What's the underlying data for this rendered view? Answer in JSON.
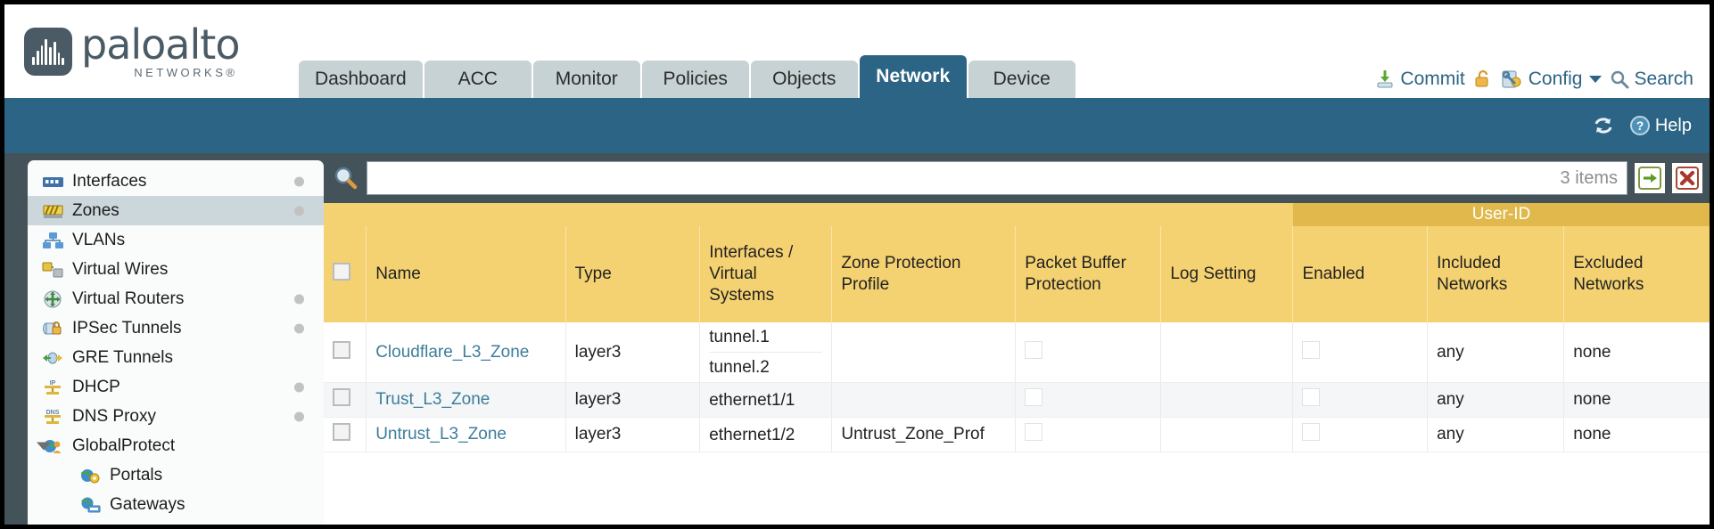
{
  "brand": {
    "word": "paloalto",
    "sub": "NETWORKS®"
  },
  "nav": {
    "tabs": [
      {
        "label": "Dashboard",
        "active": false
      },
      {
        "label": "ACC",
        "active": false
      },
      {
        "label": "Monitor",
        "active": false
      },
      {
        "label": "Policies",
        "active": false
      },
      {
        "label": "Objects",
        "active": false
      },
      {
        "label": "Network",
        "active": true
      },
      {
        "label": "Device",
        "active": false
      }
    ],
    "actions": [
      {
        "label": "Commit",
        "icon": "commit-icon"
      },
      {
        "label": "",
        "icon": "unlock-icon"
      },
      {
        "label": "Config",
        "icon": "config-icon",
        "caret": true
      },
      {
        "label": "Search",
        "icon": "search-icon"
      }
    ]
  },
  "blueband": {
    "refresh_label": "",
    "help_label": "Help"
  },
  "sidebar": {
    "items": [
      {
        "label": "Interfaces",
        "icon": "interfaces-icon",
        "dot": true,
        "child": false,
        "selected": false,
        "caret": false
      },
      {
        "label": "Zones",
        "icon": "zones-icon",
        "dot": true,
        "child": false,
        "selected": true,
        "caret": false
      },
      {
        "label": "VLANs",
        "icon": "vlans-icon",
        "dot": false,
        "child": false,
        "selected": false,
        "caret": false
      },
      {
        "label": "Virtual Wires",
        "icon": "virtual-wires-icon",
        "dot": false,
        "child": false,
        "selected": false,
        "caret": false
      },
      {
        "label": "Virtual Routers",
        "icon": "virtual-routers-icon",
        "dot": true,
        "child": false,
        "selected": false,
        "caret": false
      },
      {
        "label": "IPSec Tunnels",
        "icon": "ipsec-tunnels-icon",
        "dot": true,
        "child": false,
        "selected": false,
        "caret": false
      },
      {
        "label": "GRE Tunnels",
        "icon": "gre-tunnels-icon",
        "dot": false,
        "child": false,
        "selected": false,
        "caret": false
      },
      {
        "label": "DHCP",
        "icon": "dhcp-icon",
        "dot": true,
        "child": false,
        "selected": false,
        "caret": false
      },
      {
        "label": "DNS Proxy",
        "icon": "dns-proxy-icon",
        "dot": true,
        "child": false,
        "selected": false,
        "caret": false
      },
      {
        "label": "GlobalProtect",
        "icon": "globalprotect-icon",
        "dot": false,
        "child": false,
        "selected": false,
        "caret": true
      },
      {
        "label": "Portals",
        "icon": "portals-icon",
        "dot": false,
        "child": true,
        "selected": false,
        "caret": false
      },
      {
        "label": "Gateways",
        "icon": "gateways-icon",
        "dot": false,
        "child": true,
        "selected": false,
        "caret": false
      }
    ]
  },
  "search": {
    "value": "",
    "placeholder": "",
    "item_count": "3 items",
    "apply_icon": "apply-arrow-icon",
    "clear_icon": "clear-x-icon"
  },
  "table": {
    "group_header": {
      "label": "User-ID",
      "span": 3
    },
    "columns": [
      "Name",
      "Type",
      "Interfaces / Virtual Systems",
      "Zone Protection Profile",
      "Packet Buffer Protection",
      "Log Setting",
      "Enabled",
      "Included Networks",
      "Excluded Networks"
    ],
    "rows": [
      {
        "name": "Cloudflare_L3_Zone",
        "type": "layer3",
        "interfaces": [
          "tunnel.1",
          "tunnel.2"
        ],
        "zone_protection_profile": "",
        "packet_buffer_protection": false,
        "log_setting": "",
        "userid_enabled": false,
        "included_networks": "any",
        "excluded_networks": "none"
      },
      {
        "name": "Trust_L3_Zone",
        "type": "layer3",
        "interfaces": [
          "ethernet1/1"
        ],
        "zone_protection_profile": "",
        "packet_buffer_protection": false,
        "log_setting": "",
        "userid_enabled": false,
        "included_networks": "any",
        "excluded_networks": "none"
      },
      {
        "name": "Untrust_L3_Zone",
        "type": "layer3",
        "interfaces": [
          "ethernet1/2"
        ],
        "zone_protection_profile": "Untrust_Zone_Prof",
        "packet_buffer_protection": false,
        "log_setting": "",
        "userid_enabled": false,
        "included_networks": "any",
        "excluded_networks": "none"
      }
    ]
  },
  "colors": {
    "brand_blue": "#2c6485",
    "header_yellow": "#f5d271",
    "group_yellow": "#e0b84b",
    "chrome_dark": "#44525a",
    "link_blue": "#3c7e9c"
  }
}
